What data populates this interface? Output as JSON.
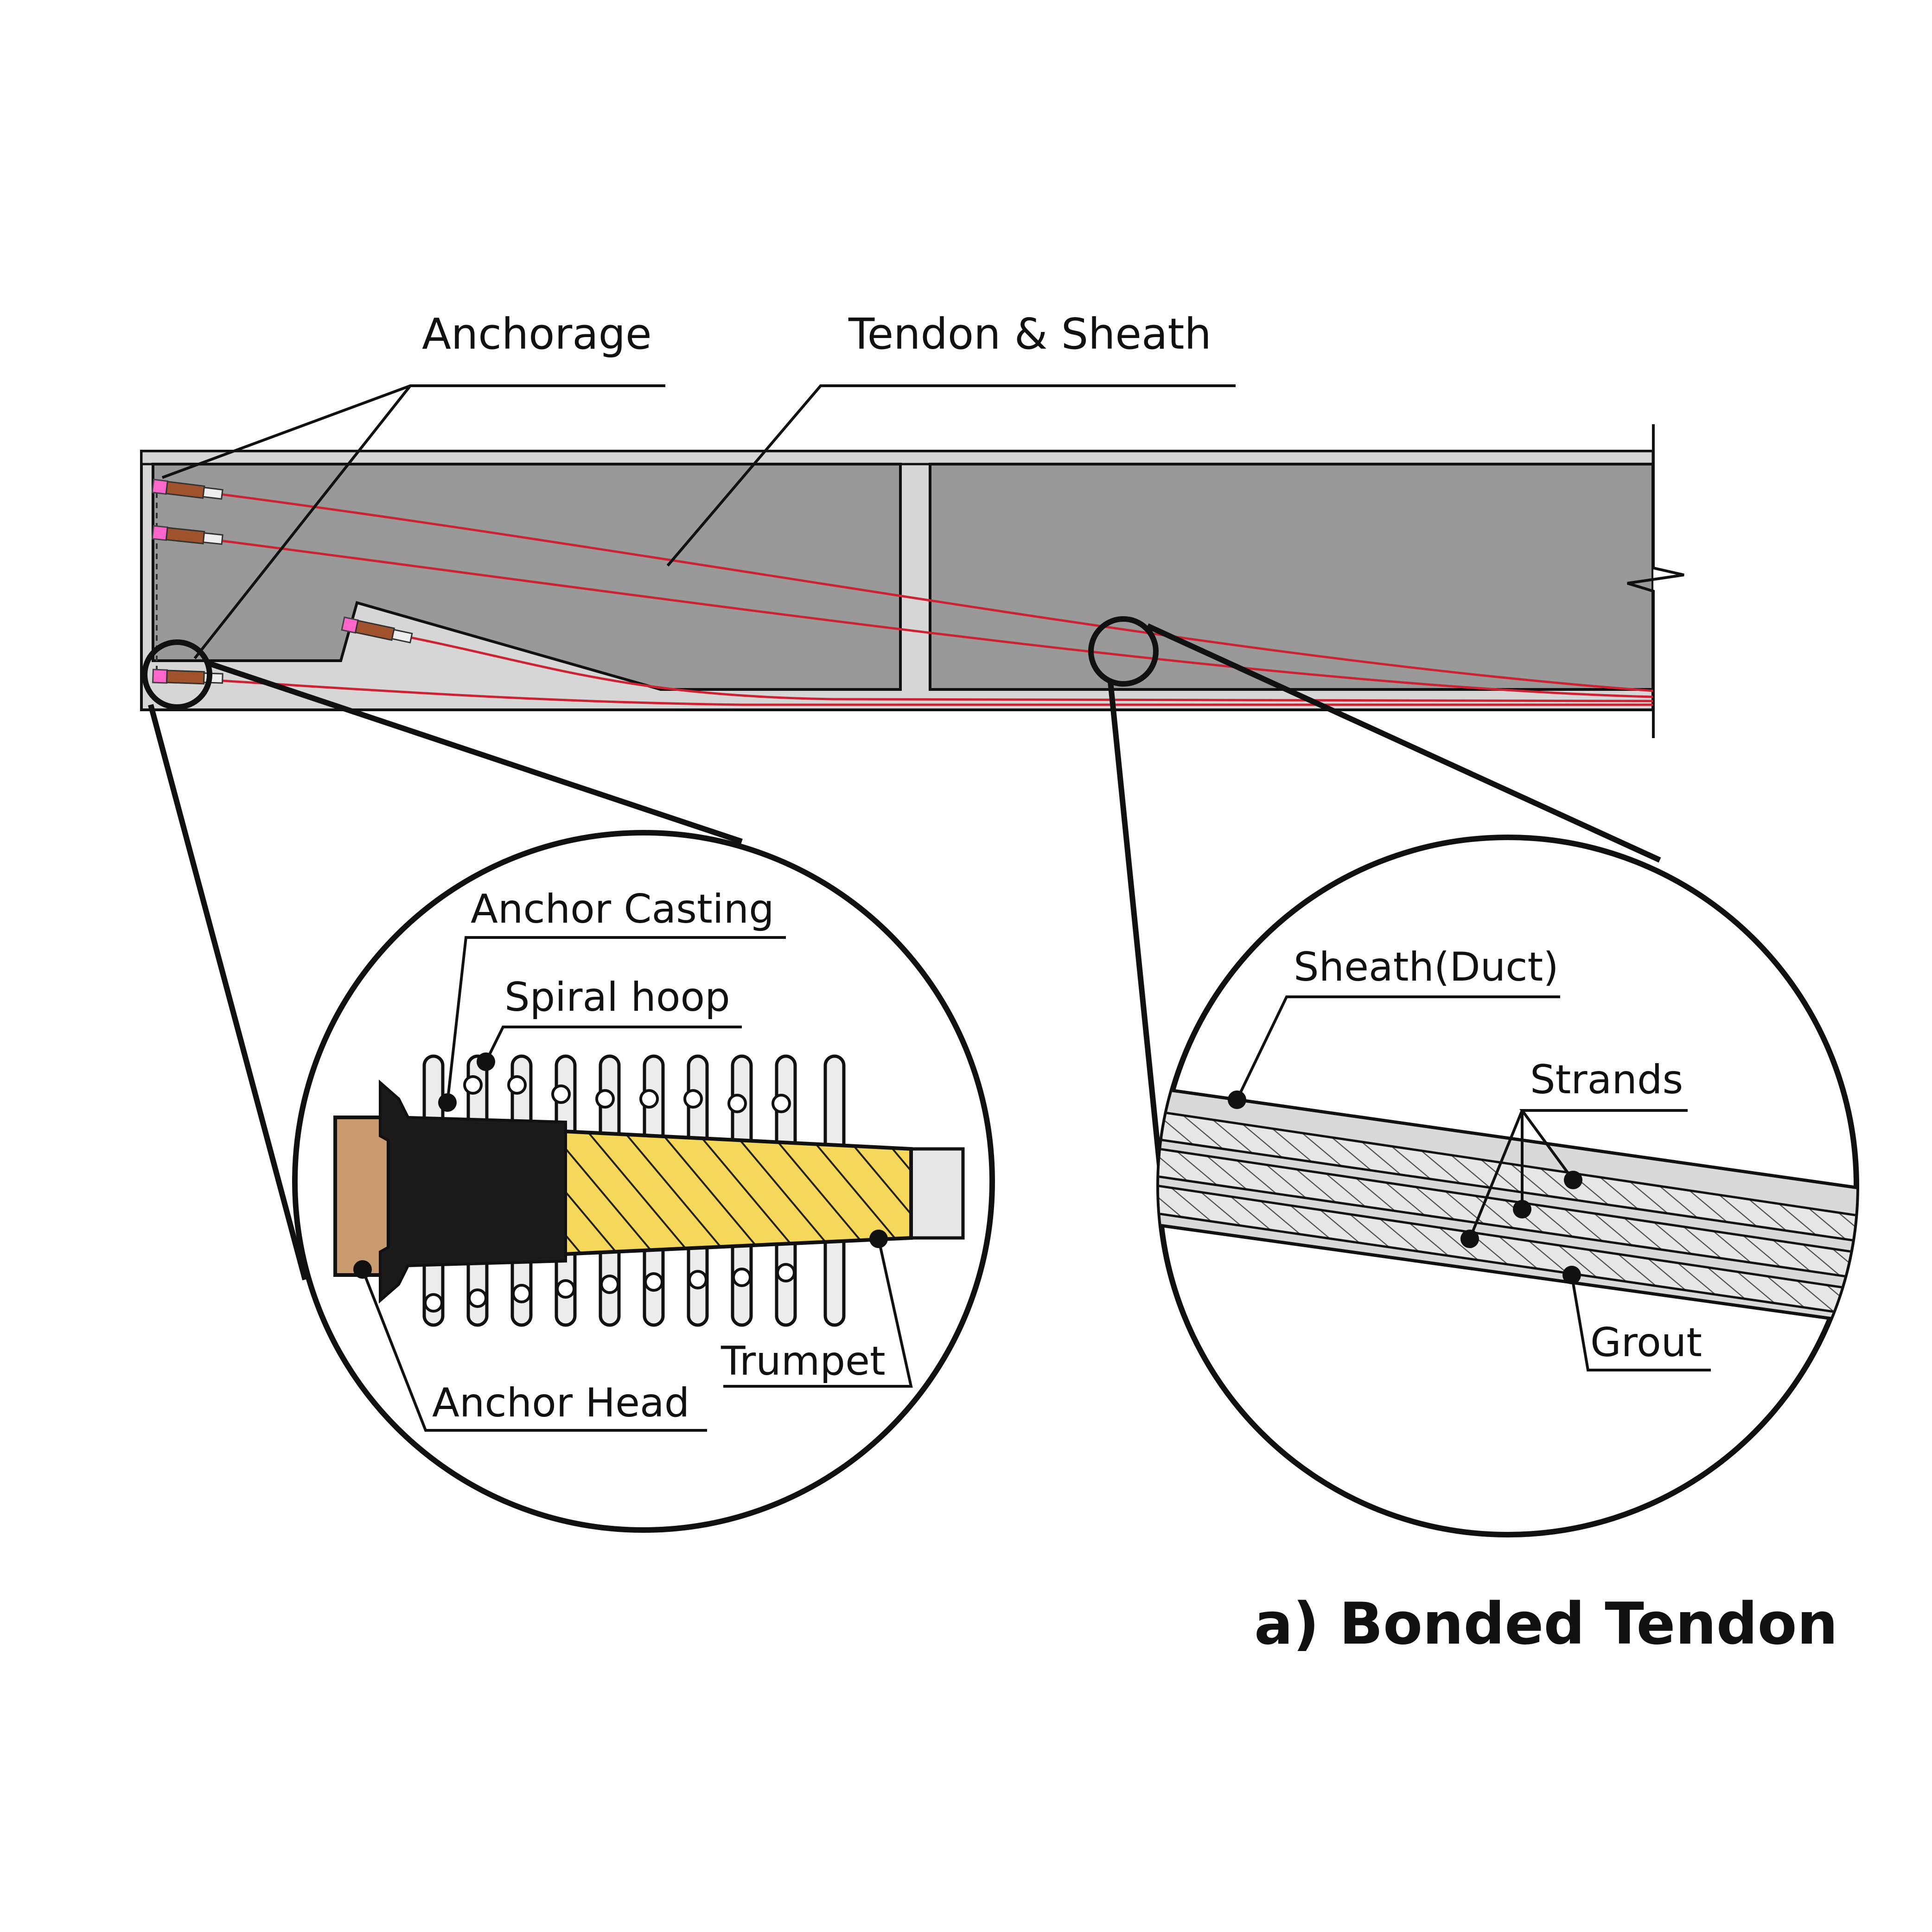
{
  "labels": {
    "anchorage": "Anchorage",
    "tendon_sheath": "Tendon & Sheath",
    "anchor_casting": "Anchor Casting",
    "spiral_hoop": "Spiral hoop",
    "trumpet": "Trumpet",
    "anchor_head": "Anchor Head",
    "sheath_duct": "Sheath(Duct)",
    "strands": "Strands",
    "grout": "Grout"
  },
  "caption": "a) Bonded Tendon",
  "colors": {
    "concrete": "#999999",
    "slab": "#d6d6d6",
    "tendon": "#cc2233",
    "anchor_head": "#c99a6e",
    "anchor_casting": "#1a1a1a",
    "trumpet": "#f5d85a",
    "strand": "#c9c9c9",
    "grout": "#d9d9d9",
    "outline": "#111111"
  }
}
